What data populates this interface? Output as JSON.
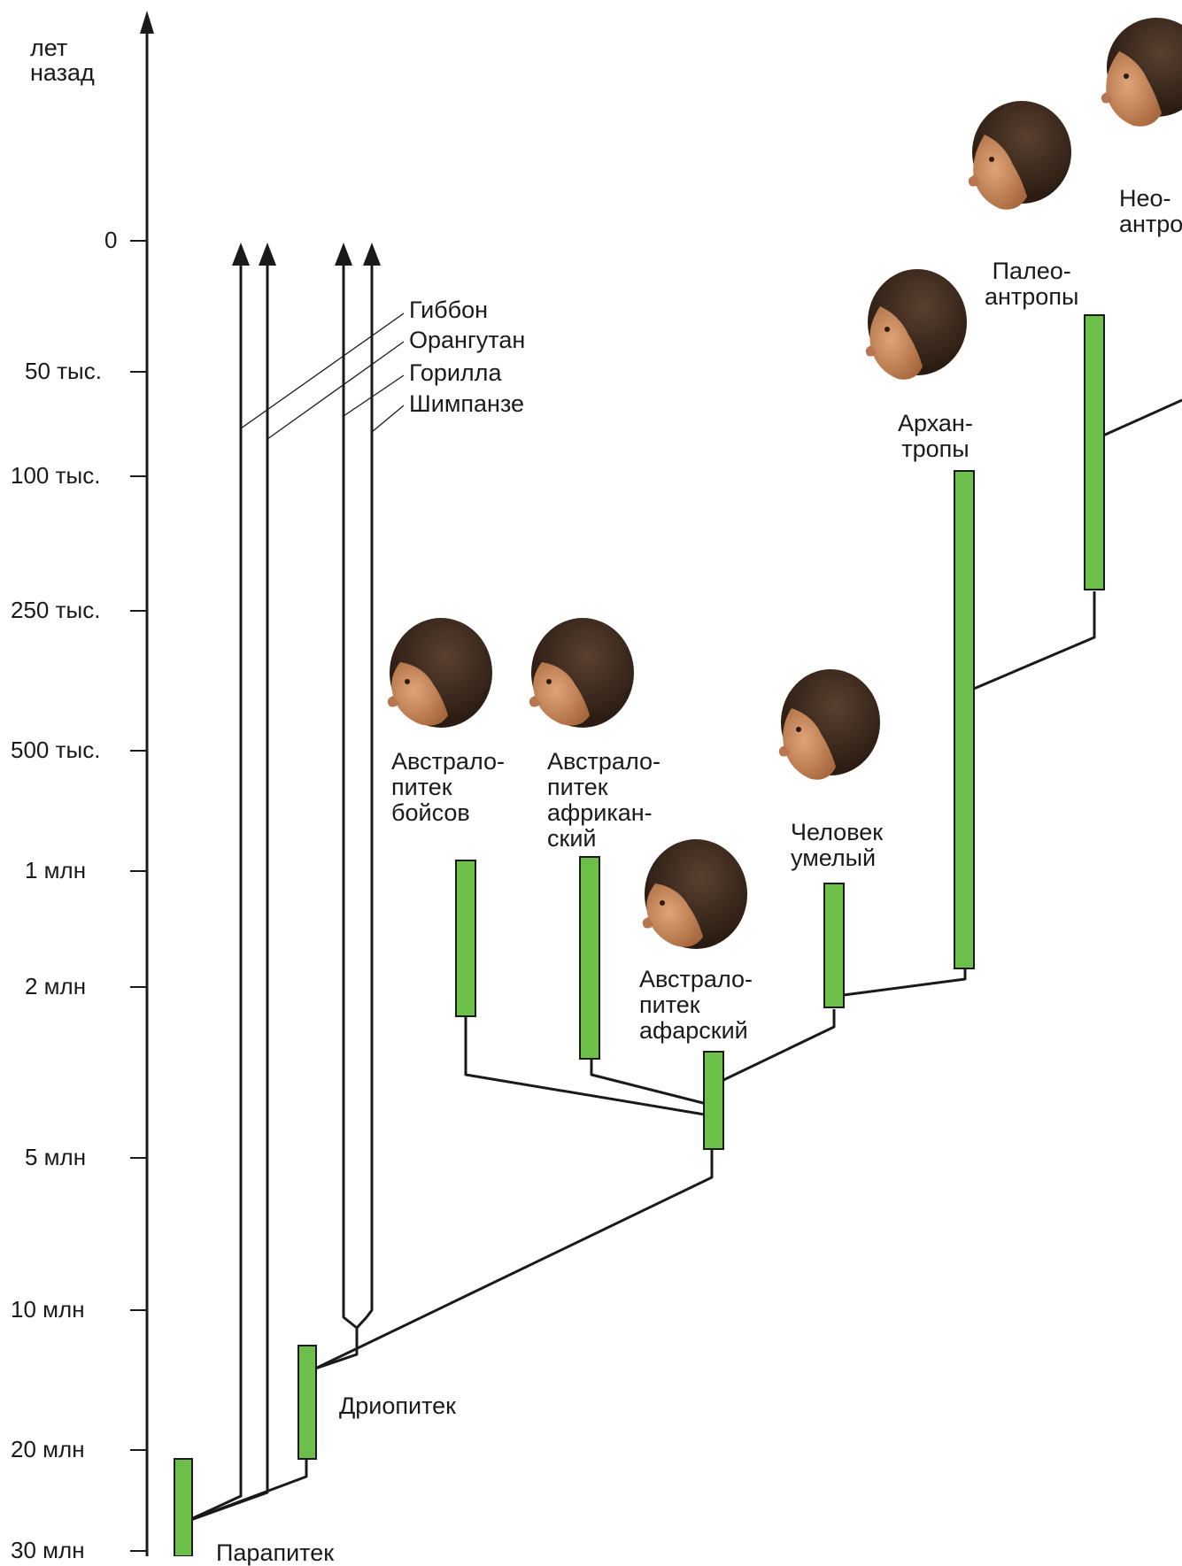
{
  "axis": {
    "title_line1": "лет",
    "title_line2": "назад",
    "ticks": [
      "0",
      "50 тыс.",
      "100 тыс.",
      "250 тыс.",
      "500 тыс.",
      "1 млн",
      "2 млн",
      "5 млн",
      "10 млн",
      "20 млн",
      "30 млн"
    ]
  },
  "apes": {
    "gibbon": "Гиббон",
    "orangutan": "Орангутан",
    "gorilla": "Горилла",
    "chimpanzee": "Шимпанзе"
  },
  "taxa": {
    "parapithecus": "Парапитек",
    "dryopithecus": "Дриопитек",
    "boisei": [
      "Австрало-",
      "питек",
      "бойсов"
    ],
    "africanus": [
      "Австрало-",
      "питек",
      "африкан-",
      "ский"
    ],
    "afarensis": [
      "Австрало-",
      "питек",
      "афарский"
    ],
    "habilis": [
      "Человек",
      "умелый"
    ],
    "archanthropes": [
      "Архан-",
      "тропы"
    ],
    "paleoanthropes": [
      "Палео-",
      "антропы"
    ],
    "neoanthropes": [
      "Нео-",
      "антропы"
    ]
  },
  "colors": {
    "bar": "#6cc04a",
    "line": "#1a1a1a",
    "hair": "#3a2a1e",
    "skin": "#c98a5e"
  },
  "heads": [
    "head-boisei",
    "head-africanus",
    "head-afarensis",
    "head-habilis",
    "head-archanthropes",
    "head-paleoanthropes",
    "head-neoanthropes"
  ]
}
